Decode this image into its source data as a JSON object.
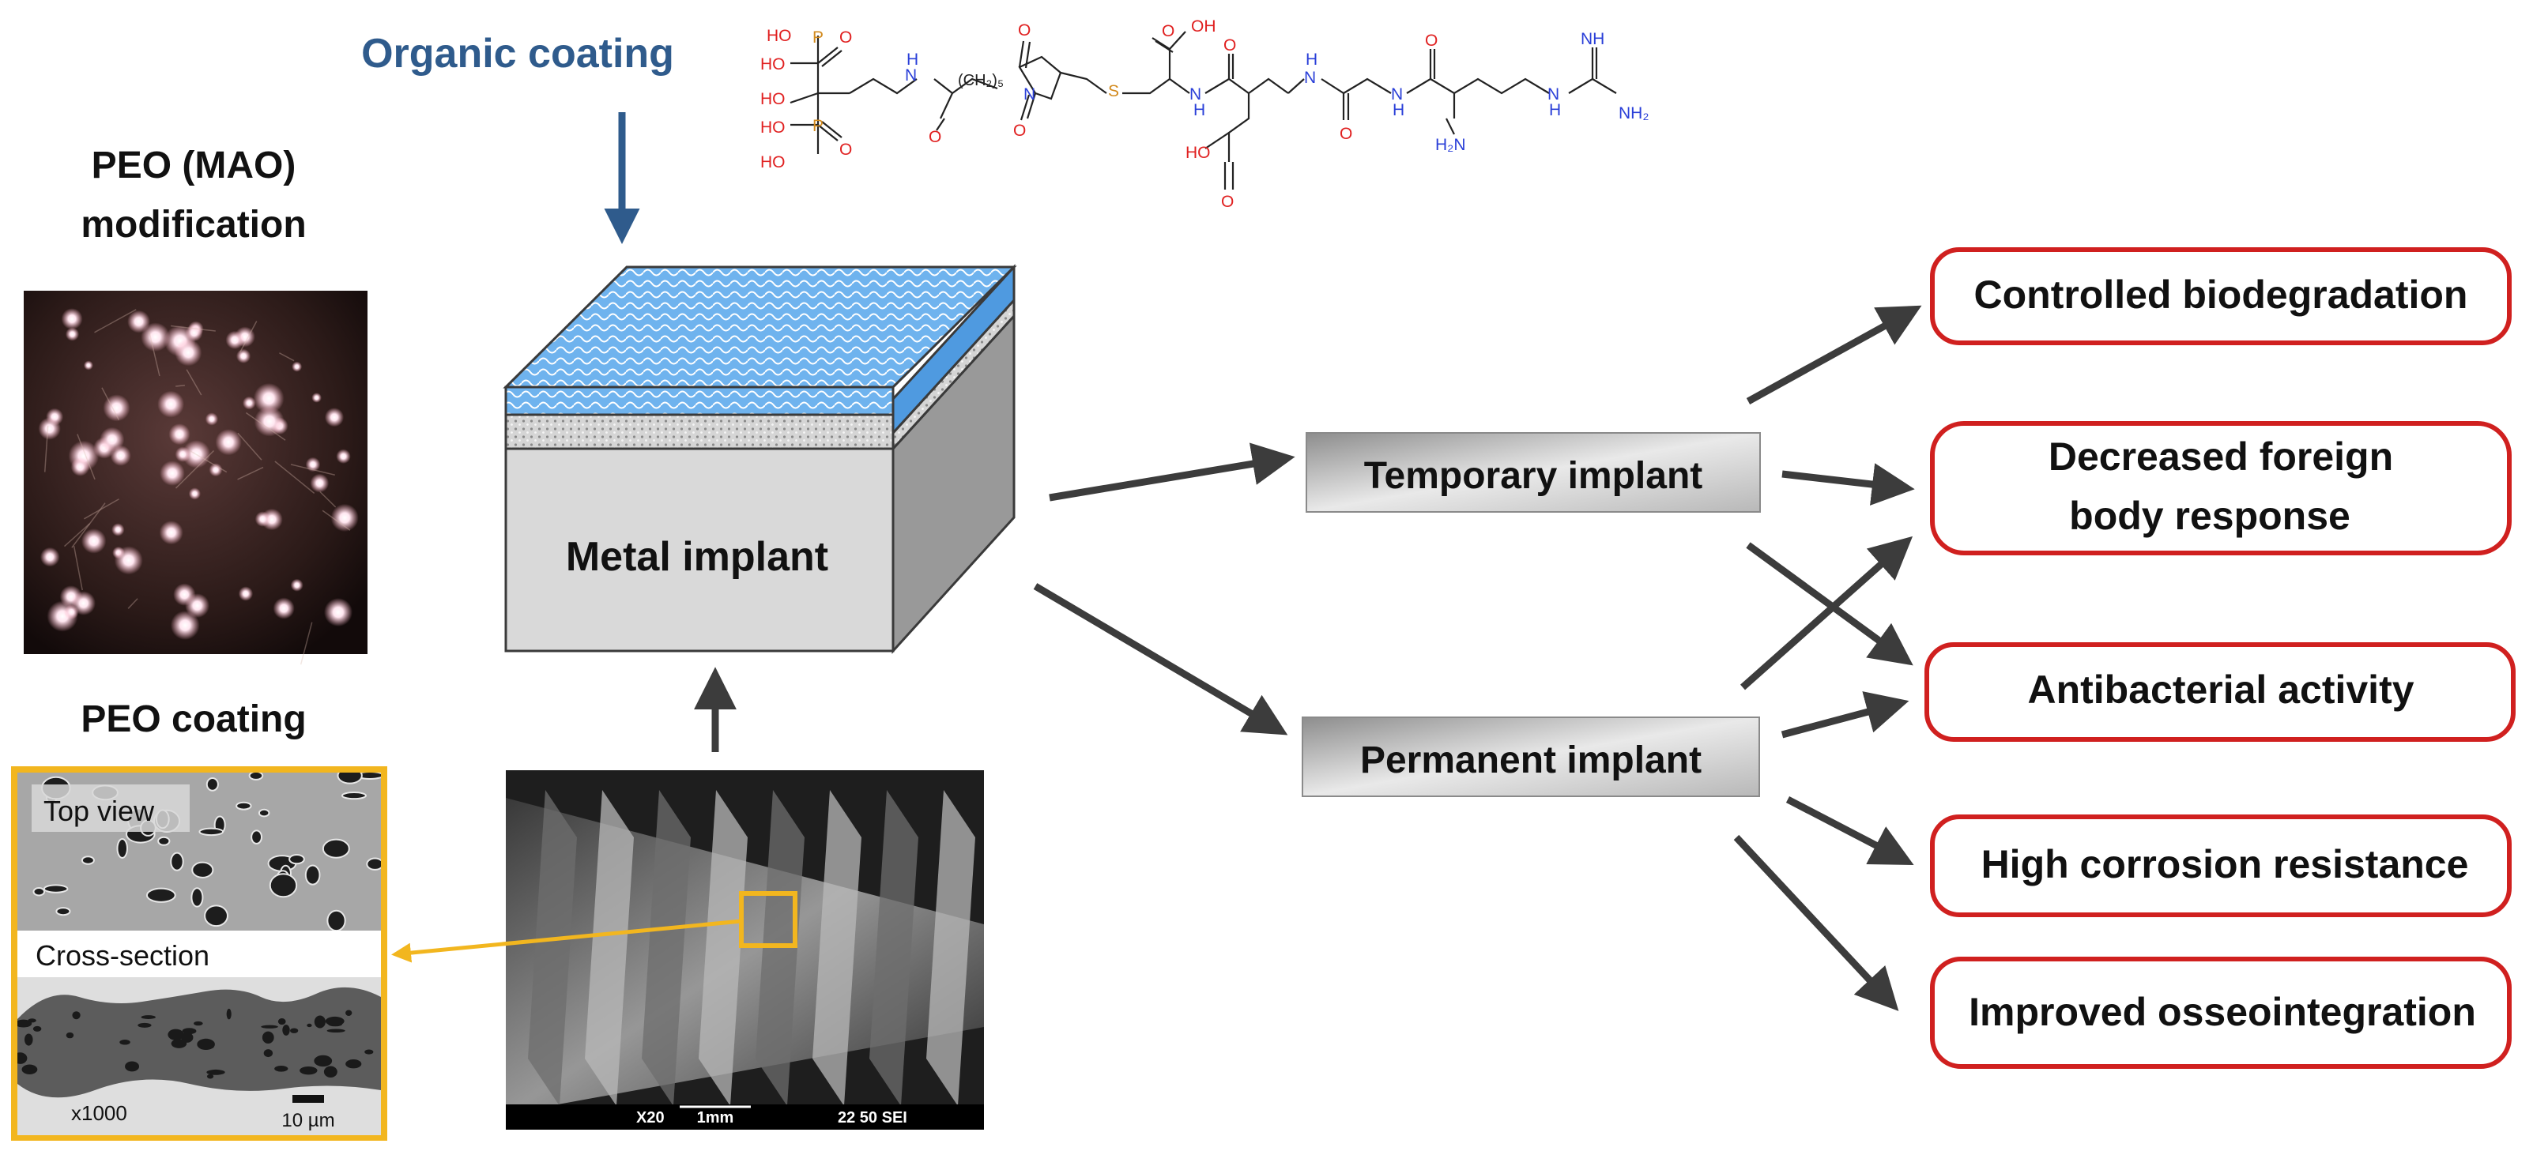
{
  "header": {
    "organic_coating": "Organic coating"
  },
  "left": {
    "peo_title_line1": "PEO (MAO)",
    "peo_title_line2": "modification",
    "peo_coating_title": "PEO coating",
    "top_view": "Top view",
    "cross_section": "Cross-section",
    "magnification": "x1000",
    "scale_bar": "10 µm"
  },
  "center": {
    "metal_implant": "Metal implant",
    "sem_mag": "X20",
    "sem_scale": "1mm",
    "sem_info": "22 50 SEI"
  },
  "implants": {
    "temporary": "Temporary implant",
    "permanent": "Permanent implant"
  },
  "outcomes": [
    {
      "line1": "Controlled biodegradation",
      "line2": ""
    },
    {
      "line1": "Decreased foreign",
      "line2": "body response"
    },
    {
      "line1": "Antibacterial activity",
      "line2": ""
    },
    {
      "line1": "High corrosion resistance",
      "line2": ""
    },
    {
      "line1": "Improved osseointegration",
      "line2": ""
    }
  ],
  "molecule": {
    "atoms": {
      "ho": "HO",
      "oh": "OH",
      "p": "P",
      "o": "O",
      "n": "N",
      "nh": "NH",
      "h": "H",
      "s": "S",
      "h2n": "H₂N",
      "nh2": "NH₂",
      "ch2": "(CH₂)₅"
    }
  },
  "colors": {
    "title_blue": "#2f5b8c",
    "outcome_border": "#d0201f",
    "arrow": "#3c3c3c",
    "highlight_yellow": "#f2b61f",
    "coating_blue": "#4f9ae0"
  }
}
